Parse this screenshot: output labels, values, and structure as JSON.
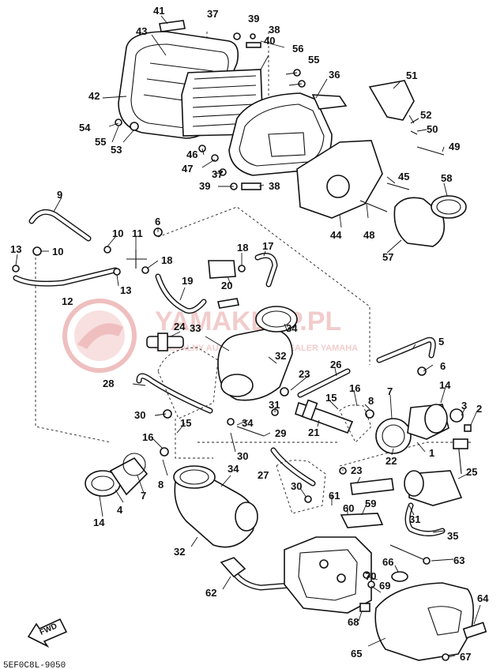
{
  "diagram": {
    "watermark": {
      "brand": "YAMAKLEP.PL",
      "tagline": "OFICJALNY AUTORYZOWANY DEALER YAMAHA",
      "color": "#e08080"
    },
    "forward_marker": "FWD",
    "reference_code": "5EF0C8L-9050",
    "callouts": [
      "1",
      "2",
      "3",
      "4",
      "5",
      "6",
      "7",
      "8",
      "9",
      "10",
      "11",
      "12",
      "13",
      "14",
      "15",
      "16",
      "17",
      "18",
      "19",
      "20",
      "21",
      "22",
      "23",
      "24",
      "25",
      "26",
      "27",
      "28",
      "29",
      "30",
      "31",
      "32",
      "33",
      "34",
      "35",
      "36",
      "37",
      "38",
      "39",
      "40",
      "41",
      "42",
      "43",
      "44",
      "45",
      "46",
      "47",
      "48",
      "49",
      "50",
      "51",
      "52",
      "53",
      "54",
      "55",
      "56",
      "57",
      "58",
      "59",
      "60",
      "61",
      "62",
      "63",
      "64",
      "65",
      "66",
      "67",
      "68",
      "69",
      "70"
    ]
  }
}
